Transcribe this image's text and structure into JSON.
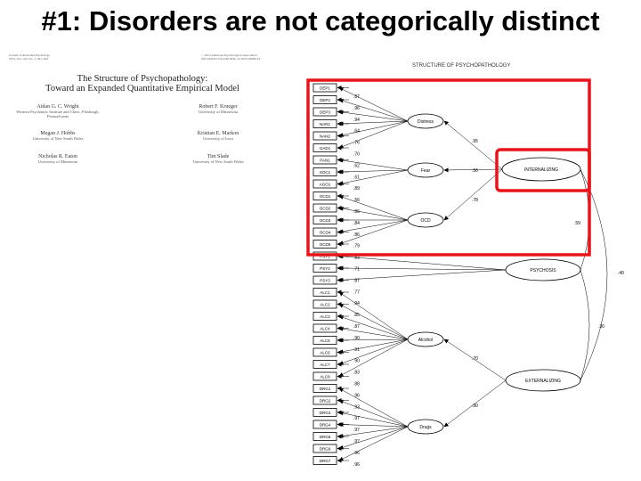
{
  "slide": {
    "title": "#1: Disorders are not categorically distinct"
  },
  "paper": {
    "journal_left": [
      "Journal of Abnormal Psychology",
      "2013, Vol. 122, No. 1, 281–294"
    ],
    "journal_right": [
      "© 2012 American Psychological Association",
      "0021-843X/13/$12.00  DOI: 10.1037/a0030133"
    ],
    "title_lines": [
      "The Structure of Psychopathology:",
      "Toward an Expanded Quantitative Empirical Model"
    ],
    "authors": [
      {
        "name": "Aidan G. C. Wright",
        "affil": [
          "Western Psychiatric Institute and Clinic, Pittsburgh,",
          "Pennsylvania"
        ]
      },
      {
        "name": "Robert F. Krueger",
        "affil": [
          "University of Minnesota"
        ]
      },
      {
        "name": "Megan J. Hobbs",
        "affil": [
          "University of New South Wales"
        ]
      },
      {
        "name": "Kristian E. Markon",
        "affil": [
          "University of Iowa"
        ]
      },
      {
        "name": "Nicholas R. Eaton",
        "affil": [
          "University of Minnesota"
        ]
      },
      {
        "name": "Tim Slade",
        "affil": [
          "University of New South Wales"
        ]
      }
    ]
  },
  "diagram": {
    "header": "STRUCTURE OF PSYCHOPATHOLOGY",
    "indicators": [
      "DEP1",
      "DEP2",
      "DEP3",
      "NAR1",
      "NAN2",
      "GAD1",
      "PAN1",
      "SOC1",
      "AGO1",
      "OCD1",
      "OCD2",
      "OCD3",
      "OCD4",
      "OCD5",
      "PSY1",
      "PSY2",
      "PSY3",
      "ALC1",
      "ALC2",
      "ALC3",
      "ALC4",
      "ALC5",
      "ALC6",
      "ALC7",
      "ALC8",
      "DRG1",
      "DRG2",
      "DRG3",
      "DRG4",
      "DRG5",
      "DRG6",
      "DRG7"
    ],
    "loadings": [
      ".87",
      ".96",
      ".94",
      ".64",
      ".76",
      ".70",
      ".62",
      ".61",
      ".89",
      ".56",
      ".86",
      ".84",
      ".86",
      ".79",
      ".83",
      ".71",
      ".87",
      ".77",
      ".94",
      ".85",
      ".87",
      ".90",
      ".91",
      ".90",
      ".83",
      ".88",
      ".96",
      ".93",
      ".97",
      ".97",
      ".97",
      ".96",
      ".96"
    ],
    "first_order": [
      "Distress",
      "Fear",
      "OCD",
      "Alcohol",
      "Drugs"
    ],
    "second_order": [
      "INTERNALIZING",
      "PSYCHOSIS",
      "EXTERNALIZING"
    ],
    "higher_loadings": [
      ".95",
      ".56",
      ".78",
      ".70",
      ".90",
      ".59",
      ".40",
      ".36"
    ]
  }
}
